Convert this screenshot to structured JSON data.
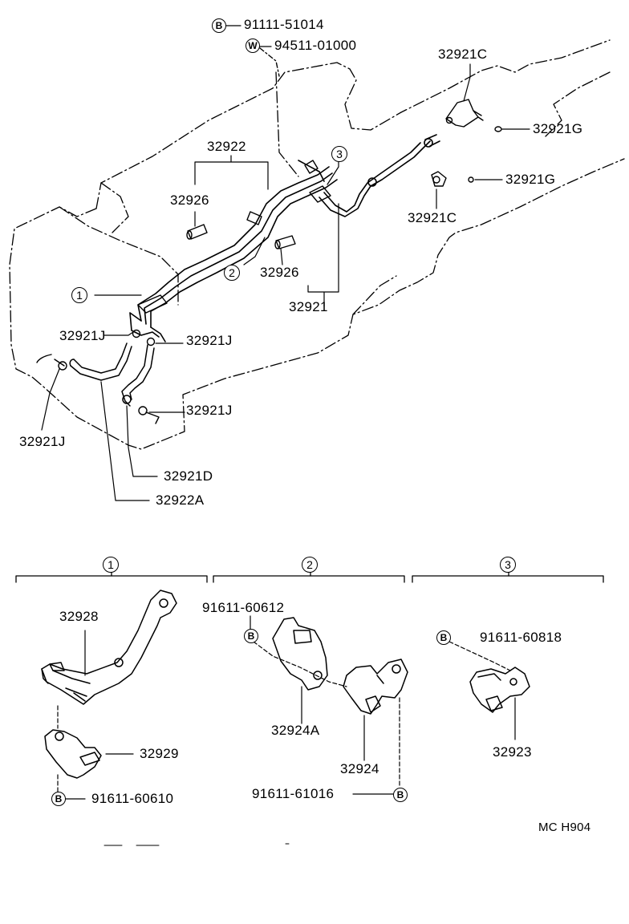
{
  "top_callouts": {
    "bolt_marker": "B",
    "washer_marker": "W",
    "bolt_part": "91111-51014",
    "washer_part": "94511-01000"
  },
  "upper_parts": {
    "p32921C_a": "32921C",
    "p32921G_a": "32921G",
    "p32921G_b": "32921G",
    "p32921C_b": "32921C",
    "p32922": "32922",
    "p32926_a": "32926",
    "p32926_b": "32926",
    "p32921": "32921",
    "p32921J_a": "32921J",
    "p32921J_b": "32921J",
    "p32921J_c": "32921J",
    "p32921J_d": "32921J",
    "p32921D": "32921D",
    "p32922A": "32922A",
    "ref1": "1",
    "ref2": "2",
    "ref3": "3"
  },
  "section1": {
    "header": "1",
    "p32928": "32928",
    "p32929": "32929",
    "bolt_marker": "B",
    "bolt_part": "91611-60610"
  },
  "section2": {
    "header": "2",
    "bolt_top_part": "91611-60612",
    "bolt_top_marker": "B",
    "p32924A": "32924A",
    "p32924": "32924",
    "bolt_bottom_part": "91611-61016",
    "bolt_bottom_marker": "B"
  },
  "section3": {
    "header": "3",
    "bolt_marker": "B",
    "bolt_part": "91611-60818",
    "p32923": "32923"
  },
  "footer": {
    "code": "MC  H904"
  }
}
